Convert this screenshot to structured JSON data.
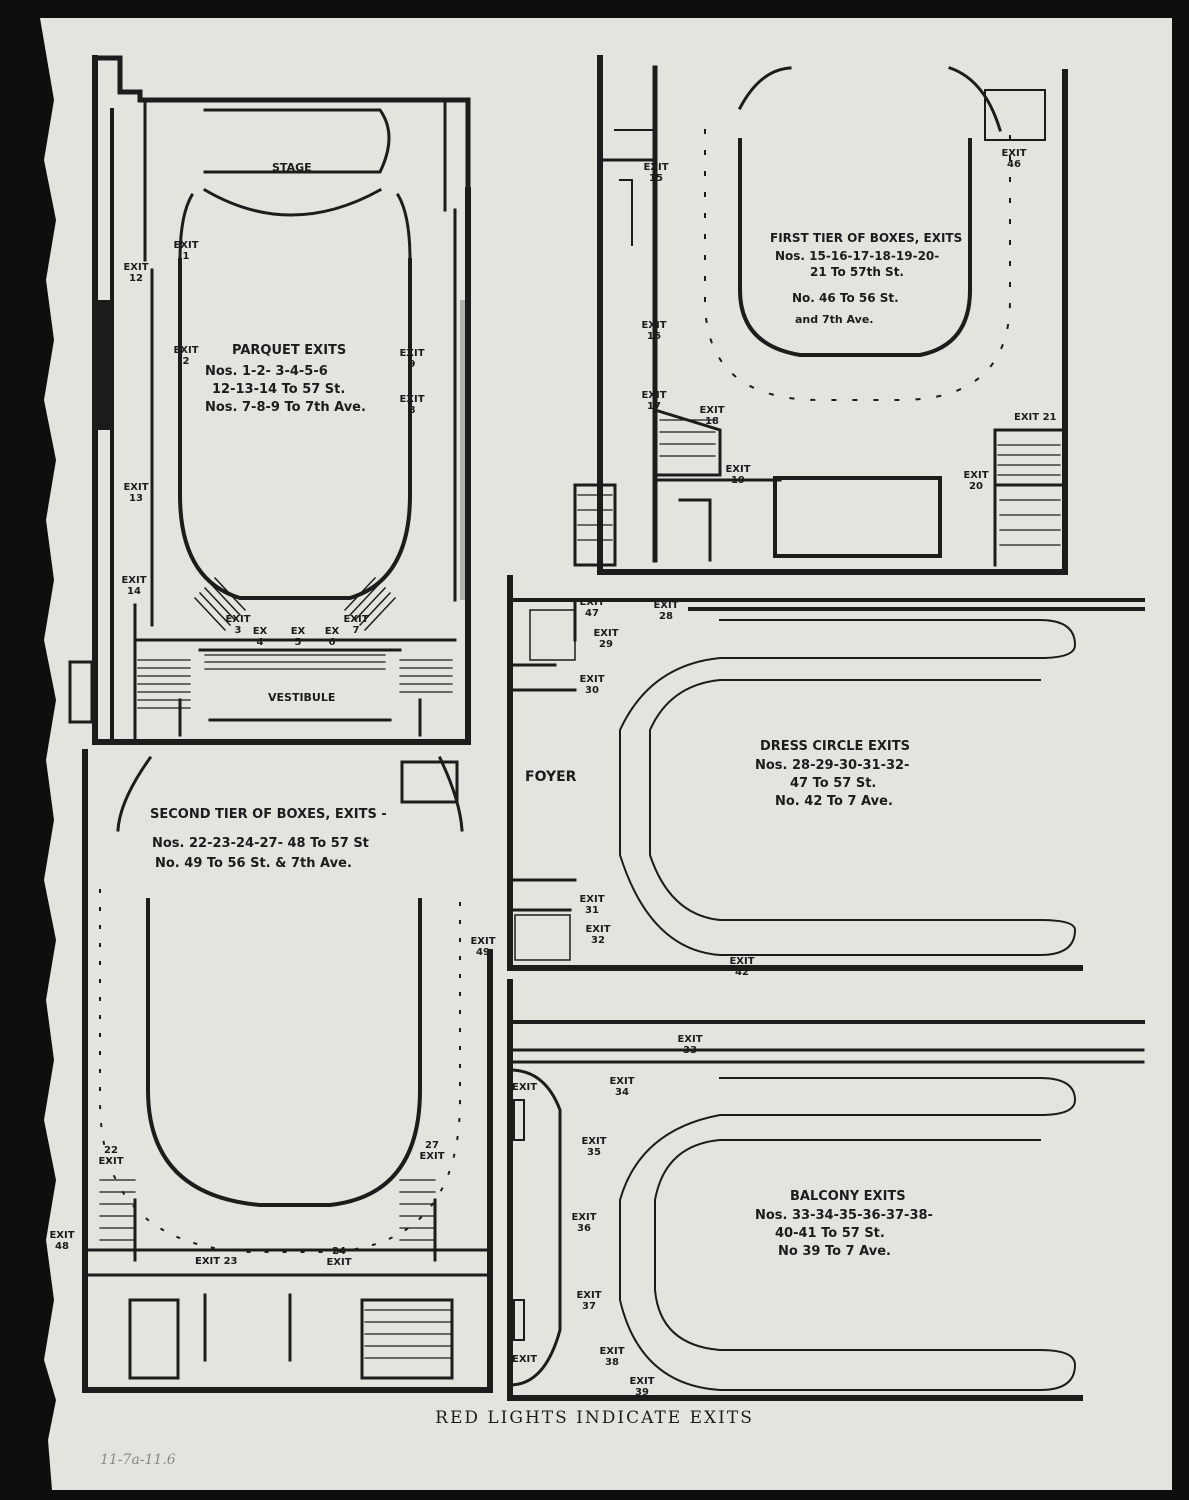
{
  "colors": {
    "paper": "#e4e4df",
    "ink": "#1c1c1c",
    "background": "#0e0e0e",
    "pencil": "#8a8a86"
  },
  "parquet": {
    "stage": "STAGE",
    "vestibule": "VESTIBULE",
    "title": "PARQUET EXITS",
    "lines": [
      "Nos. 1-2- 3-4-5-6",
      "12-13-14 To 57 St.",
      "Nos. 7-8-9 To 7th Ave."
    ]
  },
  "first_tier": {
    "title": "FIRST TIER OF BOXES, EXITS",
    "lines": [
      "Nos. 15-16-17-18-19-20-",
      "21 To 57th St.",
      "No. 46 To 56 St.",
      "and 7th Ave."
    ]
  },
  "second_tier": {
    "title": "SECOND TIER OF BOXES, EXITS -",
    "lines": [
      "Nos. 22-23-24-27- 48 To 57 St",
      "No. 49 To 56 St. & 7th Ave."
    ]
  },
  "dress_circle": {
    "title": "DRESS CIRCLE EXITS",
    "lines": [
      "Nos. 28-29-30-31-32-",
      "47 To 57 St.",
      "No. 42 To 7 Ave."
    ],
    "foyer": "FOYER"
  },
  "balcony": {
    "title": "BALCONY EXITS",
    "lines": [
      "Nos. 33-34-35-36-37-38-",
      "40-41 To 57 St.",
      "No 39 To 7 Ave."
    ]
  },
  "exits": {
    "e1": "EXIT 1",
    "e2": "EXIT 2",
    "e3": "EXIT 3",
    "e4": "EX 4",
    "e5": "EX 5",
    "e6": "EX 6",
    "e7": "EXIT 7",
    "e8": "EXIT 8",
    "e9": "EXIT 9",
    "e12": "EXIT 12",
    "e13": "EXIT 13",
    "e14": "EXIT 14",
    "e15": "EXIT 15",
    "e16": "EXIT 16",
    "e17": "EXIT 17",
    "e18": "EXIT 18",
    "e19": "EXIT 19",
    "e20": "EXIT 20",
    "e21": "EXIT 21",
    "e22": "22 EXIT",
    "e23": "EXIT 23",
    "e24": "24 EXIT",
    "e27": "27 EXIT",
    "e28": "EXIT 28",
    "e29": "EXIT 29",
    "e30": "EXIT 30",
    "e31": "EXIT 31",
    "e32": "EXIT 32",
    "e33": "EXIT 33",
    "e34": "EXIT 34",
    "e35": "EXIT 35",
    "e36": "EXIT 36",
    "e37": "EXIT 37",
    "e38": "EXIT 38",
    "e39": "EXIT 39",
    "e40": "EXIT",
    "e41": "EXIT",
    "e42": "EXIT 42",
    "e46": "EXIT 46",
    "e47": "EXIT 47",
    "e48": "EXIT 48",
    "e49": "EXIT 49"
  },
  "caption": "RED LIGHTS INDICATE EXITS",
  "pencil_note": "11-7a-11.6"
}
